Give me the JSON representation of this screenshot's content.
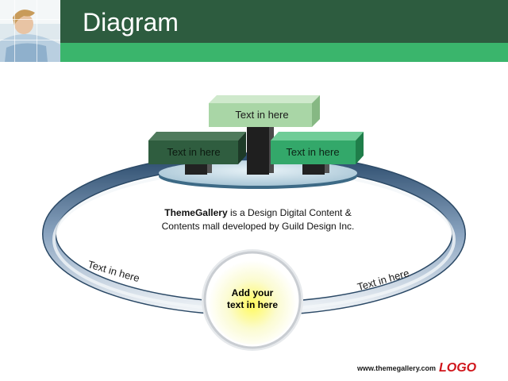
{
  "title": "Diagram",
  "boxes": {
    "top": "Text in here",
    "left": "Text in here",
    "right": "Text in here"
  },
  "description": {
    "brand": "ThemeGallery",
    "rest_line1": " is a Design Digital Content &",
    "line2": "Contents mall developed by Guild Design Inc."
  },
  "ring_labels": {
    "left": "Text in here",
    "right": "Text in here"
  },
  "center": {
    "line1": "Add your",
    "line2": "text in here"
  },
  "footer": {
    "url": "www.themegallery.com",
    "logo": "LOGO"
  },
  "colors": {
    "header_dark": "#2d5c3f",
    "header_light": "#3ab56c",
    "box_top": "#a9d6a6",
    "box_left": "#2f5d3f",
    "box_right": "#33a86a",
    "ring": "#6f8fb0",
    "logo": "#d0151b"
  }
}
